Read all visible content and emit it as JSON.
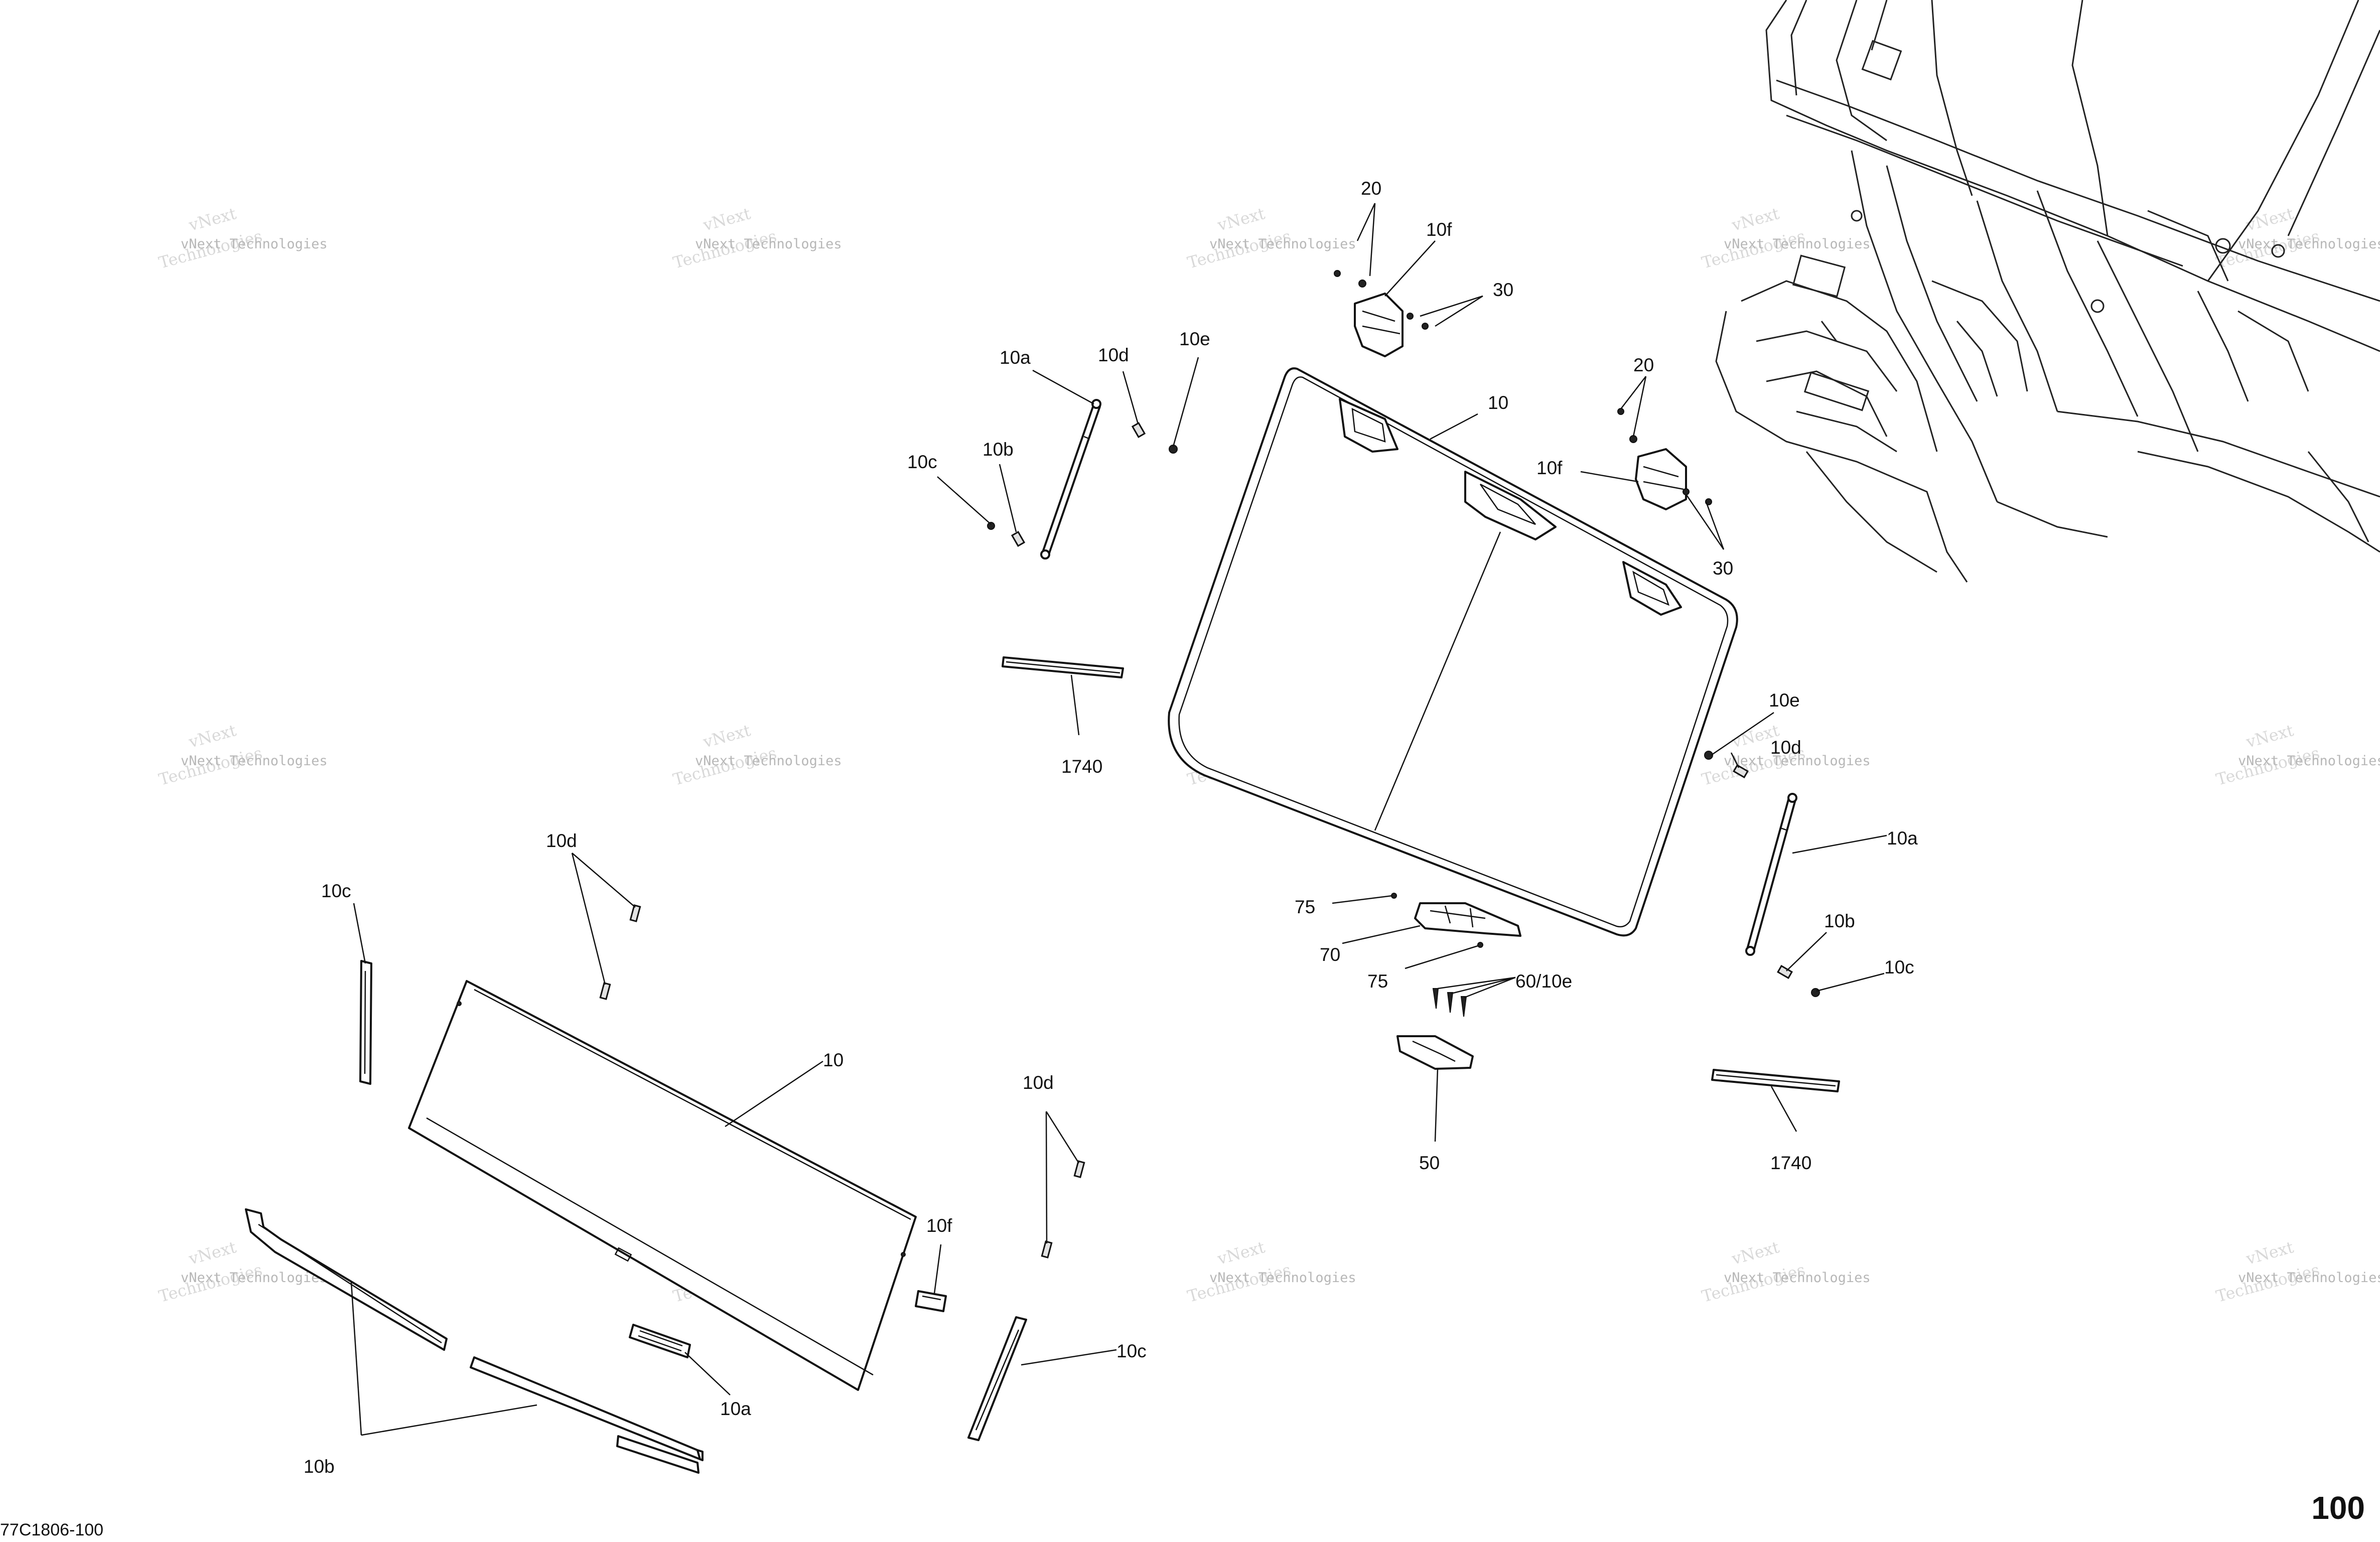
{
  "watermark": {
    "word": "vNext",
    "line": "vNext Technologies",
    "brand": "Technologies"
  },
  "callouts": [
    "20",
    "10f",
    "30",
    "10a",
    "10d",
    "10e",
    "10",
    "10c",
    "10b",
    "20",
    "10f",
    "30",
    "1740",
    "10e",
    "10d",
    "10a",
    "10b",
    "10c",
    "75",
    "70",
    "75",
    "60/10e",
    "50",
    "1740",
    "10d",
    "10c",
    "10",
    "10d",
    "10f",
    "10a",
    "10c",
    "10b"
  ],
  "ref_code": "77C1806-100",
  "page_number": "100"
}
